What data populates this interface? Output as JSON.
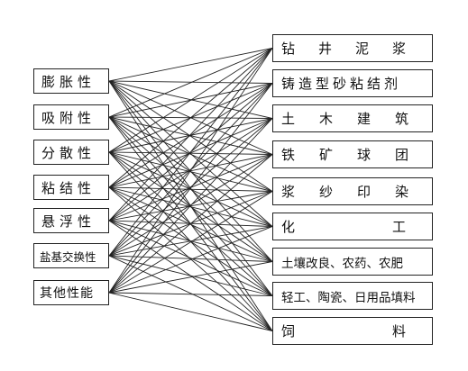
{
  "properties": [
    "膨胀性",
    "吸附性",
    "分散性",
    "粘结性",
    "悬浮性",
    "盐基交换性",
    "其他性能"
  ],
  "applications": [
    "钻井泥浆",
    "铸造型砂粘结剂",
    "土木建筑",
    "铁矿球团",
    "浆纱印染",
    "化工",
    "土壤改良、农药、农肥",
    "轻工、陶瓷、日用品填料",
    "饲料"
  ],
  "colors": {
    "line": "#222222",
    "border": "#222222",
    "text": "#111111"
  }
}
